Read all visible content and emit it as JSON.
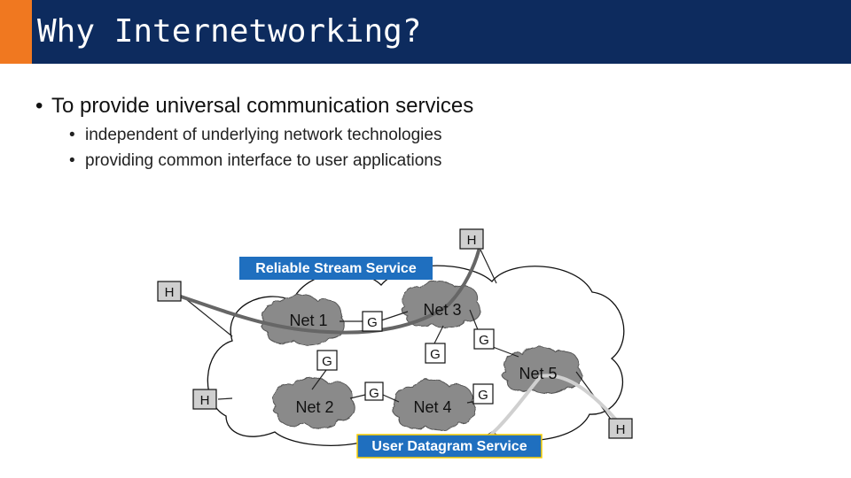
{
  "slide": {
    "title": "Why Internetworking?",
    "bullet": "To provide universal communication services",
    "sub_bullets": [
      "independent of underlying network technologies",
      "providing common interface to user applications"
    ]
  },
  "diagram": {
    "labels": {
      "stream": "Reliable Stream Service",
      "datagram": "User Datagram Service"
    },
    "networks": [
      "Net 1",
      "Net 2",
      "Net 3",
      "Net 4",
      "Net 5"
    ],
    "host_label": "H",
    "gateway_label": "G"
  },
  "colors": {
    "title_bar": "#0d2b5e",
    "title_accent": "#f07820",
    "service_label": "#1f6fbf",
    "network_cloud": "#8a8a8a",
    "stream_path": "#666666",
    "datagram_path": "#d0d0d0"
  }
}
